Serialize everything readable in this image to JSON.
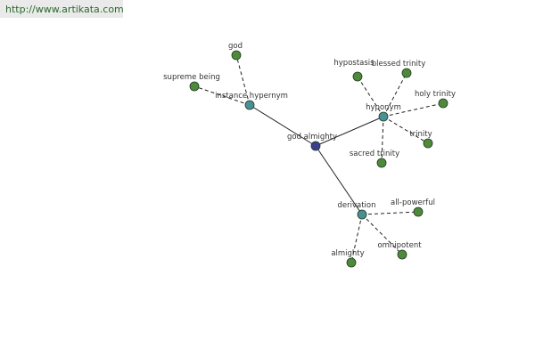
{
  "header": {
    "url": "http://www.artikata.com"
  },
  "colors": {
    "root": "#3b3f8f",
    "relation": "#4a8f96",
    "leaf": "#4f8a3c"
  },
  "nodes": {
    "root": {
      "label": "god almighty",
      "type": "root"
    },
    "instance_hypernym": {
      "label": "instance hypernym",
      "type": "relation"
    },
    "hyponym": {
      "label": "hyponym",
      "type": "relation"
    },
    "derivation": {
      "label": "derivation",
      "type": "relation"
    },
    "god": {
      "label": "god",
      "type": "leaf"
    },
    "supreme_being": {
      "label": "supreme being",
      "type": "leaf"
    },
    "hypostasis": {
      "label": "hypostasis",
      "type": "leaf"
    },
    "blessed_trinity": {
      "label": "blessed trinity",
      "type": "leaf"
    },
    "holy_trinity": {
      "label": "holy trinity",
      "type": "leaf"
    },
    "trinity": {
      "label": "trinity",
      "type": "leaf"
    },
    "sacred_trinity": {
      "label": "sacred trinity",
      "type": "leaf"
    },
    "all_powerful": {
      "label": "all-powerful",
      "type": "leaf"
    },
    "omnipotent": {
      "label": "omnipotent",
      "type": "leaf"
    },
    "almighty": {
      "label": "almighty",
      "type": "leaf"
    }
  }
}
